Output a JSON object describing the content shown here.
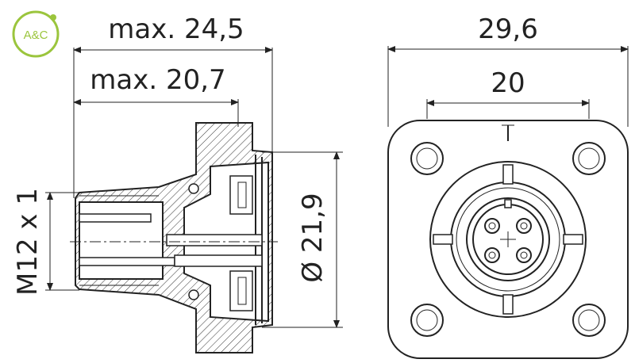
{
  "logo": {
    "text": "A&C",
    "color": "#9bc53d"
  },
  "dimensions": {
    "overall_length": "max. 24,5",
    "body_length": "max. 20,7",
    "thread": "M12 x 1",
    "flange_diameter": "Ø 21,9",
    "flange_width": "29,6",
    "hole_spacing": "20"
  },
  "colors": {
    "line": "#222222",
    "logo": "#9bc53d"
  }
}
